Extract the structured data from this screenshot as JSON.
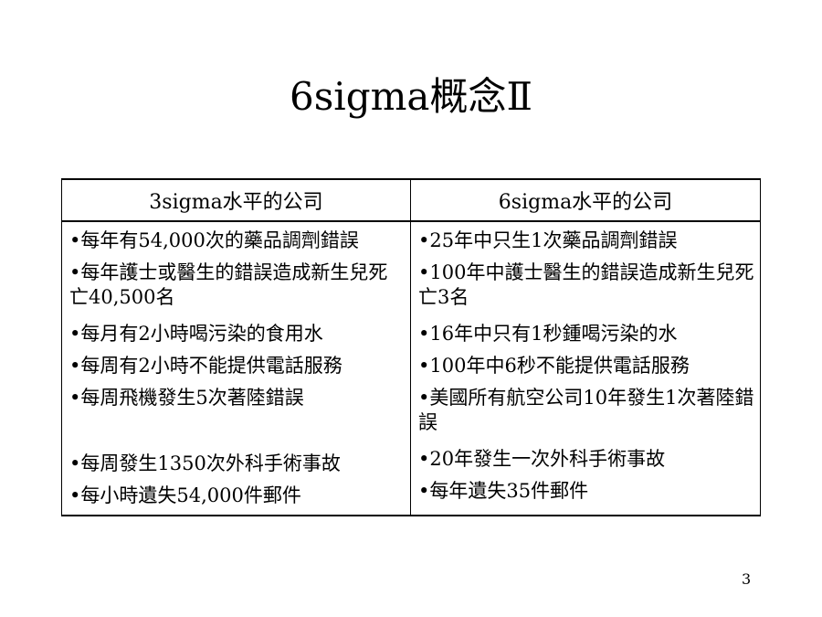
{
  "slide": {
    "title": "6sigma概念Ⅱ",
    "page_number": "3"
  },
  "table": {
    "headers": [
      "3sigma水平的公司",
      "6sigma水平的公司"
    ],
    "left_items": [
      "•每年有54,000次的藥品調劑錯誤",
      "•每年護士或醫生的錯誤造成新生兒死亡40,500名",
      "•每月有2小時喝污染的食用水",
      "•每周有2小時不能提供電話服務",
      "•每周飛機發生5次著陸錯誤",
      "•每周發生1350次外科手術事故",
      "•每小時遺失54,000件郵件"
    ],
    "right_items": [
      "•25年中只生1次藥品調劑錯誤",
      "•100年中護士醫生的錯誤造成新生兒死亡3名",
      "•16年中只有1秒鍾喝污染的水",
      "•100年中6秒不能提供電話服務",
      "•美國所有航空公司10年發生1次著陸錯誤",
      "•20年發生一次外科手術事故",
      "•每年遺失35件郵件"
    ]
  }
}
